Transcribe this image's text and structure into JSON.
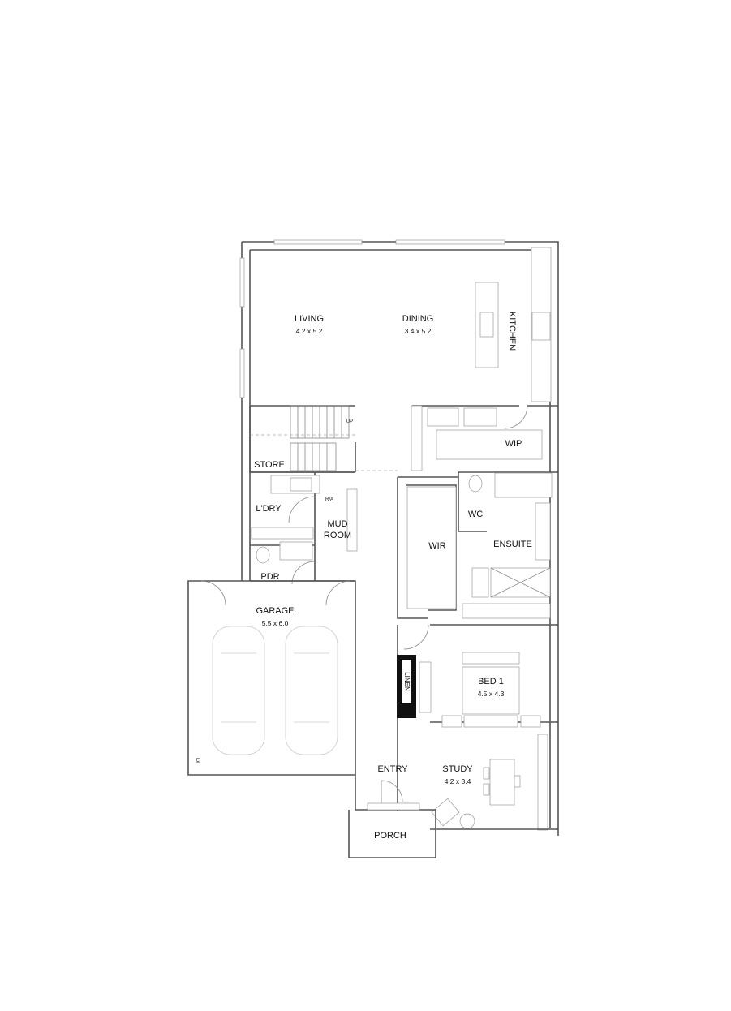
{
  "plan": {
    "rooms": {
      "living": {
        "name": "LIVING",
        "size": "4.2 x 5.2"
      },
      "dining": {
        "name": "DINING",
        "size": "3.4 x 5.2"
      },
      "kitchen": {
        "name": "KITCHEN"
      },
      "wip": {
        "name": "WIP"
      },
      "store": {
        "name": "STORE"
      },
      "laundry": {
        "name": "L'DRY"
      },
      "mud_room": {
        "line1": "MUD",
        "line2": "ROOM"
      },
      "wc": {
        "name": "WC"
      },
      "wir": {
        "name": "WIR"
      },
      "ensuite": {
        "name": "ENSUITE"
      },
      "pdr": {
        "name": "PDR"
      },
      "garage": {
        "name": "GARAGE",
        "size": "5.5 x 6.0"
      },
      "linen": {
        "name": "LINEN"
      },
      "bed1": {
        "name": "BED 1",
        "size": "4.5 x 4.3"
      },
      "entry": {
        "name": "ENTRY"
      },
      "study": {
        "name": "STUDY",
        "size": "4.2 x 3.4"
      },
      "porch": {
        "name": "PORCH"
      }
    },
    "annotations": {
      "stair_up": "UP",
      "return_air": "R/A",
      "copyright": "©"
    }
  }
}
